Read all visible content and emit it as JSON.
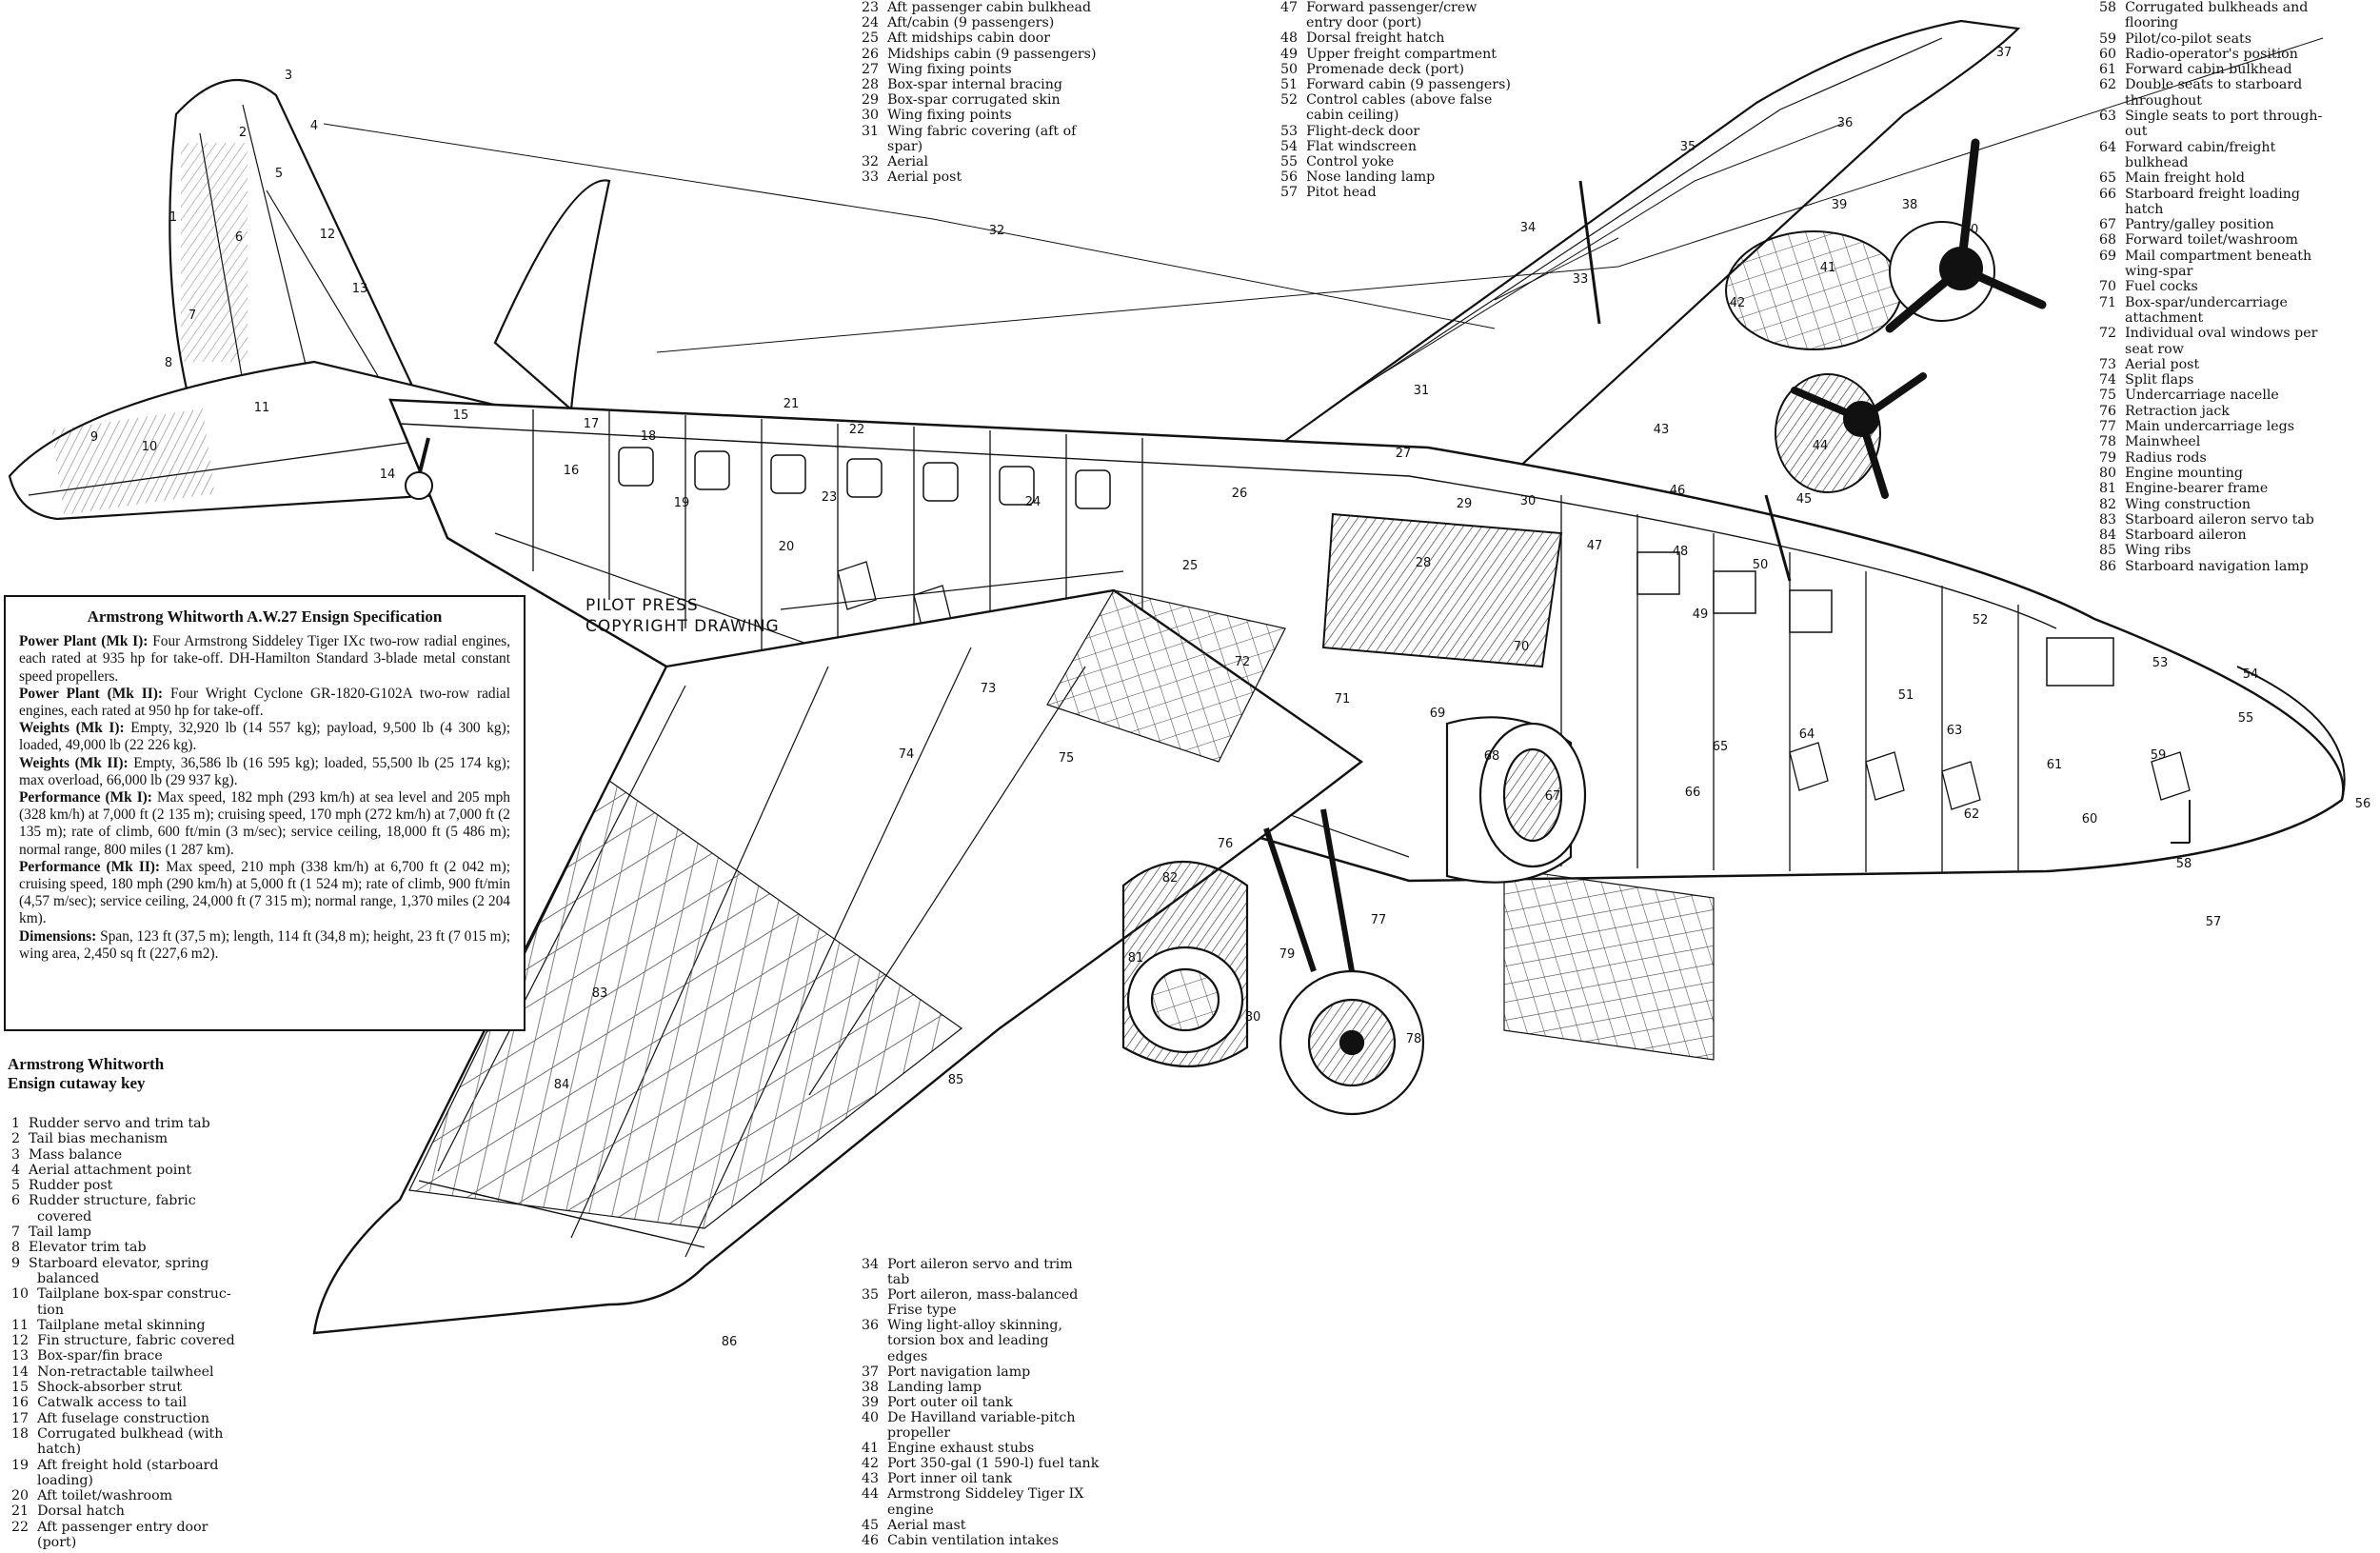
{
  "watermark": [
    "PILOT PRESS",
    "COPYRIGHT DRAWING"
  ],
  "spec_box": {
    "title": "Armstrong Whitworth A.W.27 Ensign Specification",
    "paragraphs": [
      {
        "head": "Power Plant (Mk I):",
        "body": " Four Armstrong Siddeley Tiger IXc two-row radial engines, each rated at 935 hp for take-off. DH-Hamilton Standard 3-blade metal constant speed propellers."
      },
      {
        "head": "Power Plant (Mk II):",
        "body": " Four Wright Cyclone GR-1820-G102A two-row radial engines, each rated at 950 hp for take-off."
      },
      {
        "head": "Weights (Mk I):",
        "body": " Empty, 32,920 lb (14 557 kg); payload, 9,500 lb (4 300 kg); loaded, 49,000 lb (22 226 kg)."
      },
      {
        "head": "Weights (Mk II):",
        "body": " Empty, 36,586 lb (16 595 kg); loaded, 55,500 lb (25 174 kg); max overload, 66,000 lb (29 937 kg)."
      },
      {
        "head": "Performance (Mk I):",
        "body": " Max speed, 182 mph (293 km/h) at sea level and 205 mph (328 km/h) at 7,000 ft (2 135 m); cruising speed, 170 mph (272 km/h) at 7,000 ft (2 135 m); rate of climb, 600 ft/min (3 m/sec); service ceiling, 18,000 ft (5 486 m); normal range, 800 miles (1 287 km)."
      },
      {
        "head": "Performance (Mk II):",
        "body": " Max speed, 210 mph (338 km/h) at 6,700 ft (2 042 m); cruising speed, 180 mph (290 km/h) at 5,000 ft (1 524 m); rate of climb, 900 ft/min (4,57 m/sec); service ceiling, 24,000 ft (7 315 m); normal range, 1,370 miles (2 204 km)."
      },
      {
        "head": "Dimensions:",
        "body": " Span, 123 ft (37,5 m); length, 114 ft (34,8 m); height, 23 ft (7 015 m); wing area, 2,450 sq ft (227,6 m2)."
      }
    ]
  },
  "key_title": [
    "Armstrong Whitworth",
    "Ensign cutaway key"
  ],
  "key_columns": [
    [
      "1  Rudder servo and trim tab",
      "2  Tail bias mechanism",
      "3  Mass balance",
      "4  Aerial attachment point",
      "5  Rudder post",
      "6  Rudder structure, fabric",
      "      covered",
      "7  Tail lamp",
      "8  Elevator trim tab",
      "9  Starboard elevator, spring",
      "      balanced",
      "10  Tailplane box-spar construc-",
      "      tion",
      "11  Tailplane metal skinning",
      "12  Fin structure, fabric covered",
      "13  Box-spar/fin brace",
      "14  Non-retractable tailwheel",
      "15  Shock-absorber strut",
      "16  Catwalk access to tail",
      "17  Aft fuselage construction",
      "18  Corrugated bulkhead (with",
      "      hatch)",
      "19  Aft freight hold (starboard",
      "      loading)",
      "20  Aft toilet/washroom",
      "21  Dorsal hatch",
      "22  Aft passenger entry door",
      "      (port)"
    ],
    [
      "23  Aft passenger cabin bulkhead",
      "24  Aft/cabin (9 passengers)",
      "25  Aft midships cabin door",
      "26  Midships cabin (9 passengers)",
      "27  Wing fixing points",
      "28  Box-spar internal bracing",
      "29  Box-spar corrugated skin",
      "30  Wing fixing points",
      "31  Wing fabric covering (aft of",
      "      spar)",
      "32  Aerial",
      "33  Aerial post"
    ],
    [
      "47  Forward passenger/crew",
      "      entry door (port)",
      "48  Dorsal freight hatch",
      "49  Upper freight compartment",
      "50  Promenade deck (port)",
      "51  Forward cabin (9 passengers)",
      "52  Control cables (above false",
      "      cabin ceiling)",
      "53  Flight-deck door",
      "54  Flat windscreen",
      "55  Control yoke",
      "56  Nose landing lamp",
      "57  Pitot head"
    ],
    [
      "58  Corrugated bulkheads and",
      "      flooring",
      "59  Pilot/co-pilot seats",
      "60  Radio-operator's position",
      "61  Forward cabin bulkhead",
      "62  Double seats to starboard",
      "      throughout",
      "63  Single seats to port through-",
      "      out",
      "64  Forward cabin/freight",
      "      bulkhead",
      "65  Main freight hold",
      "66  Starboard freight loading",
      "      hatch",
      "67  Pantry/galley position",
      "68  Forward toilet/washroom",
      "69  Mail compartment beneath",
      "      wing-spar",
      "70  Fuel cocks",
      "71  Box-spar/undercarriage",
      "      attachment",
      "72  Individual oval windows per",
      "      seat row",
      "73  Aerial post",
      "74  Split flaps",
      "75  Undercarriage nacelle",
      "76  Retraction jack",
      "77  Main undercarriage legs",
      "78  Mainwheel",
      "79  Radius rods",
      "80  Engine mounting",
      "81  Engine-bearer frame",
      "82  Wing construction",
      "83  Starboard aileron servo tab",
      "84  Starboard aileron",
      "85  Wing ribs",
      "86  Starboard navigation lamp"
    ],
    [
      "34  Port aileron servo and trim",
      "      tab",
      "35  Port aileron, mass-balanced",
      "      Frise type",
      "36  Wing light-alloy skinning,",
      "      torsion box and leading",
      "      edges",
      "37  Port navigation lamp",
      "38  Landing lamp",
      "39  Port outer oil tank",
      "40  De Havilland variable-pitch",
      "      propeller",
      "41  Engine exhaust stubs",
      "42  Port 350-gal (1 590-l) fuel tank",
      "43  Port inner oil tank",
      "44  Armstrong Siddeley Tiger IX",
      "      engine",
      "45  Aerial mast",
      "46  Cabin ventilation intakes"
    ]
  ],
  "callouts": [
    "1",
    "2",
    "3",
    "4",
    "5",
    "6",
    "7",
    "8",
    "9",
    "10",
    "11",
    "12",
    "13",
    "14",
    "15",
    "16",
    "17",
    "18",
    "19",
    "20",
    "21",
    "22",
    "23",
    "24",
    "25",
    "26",
    "27",
    "28",
    "29",
    "30",
    "31",
    "32",
    "33",
    "34",
    "35",
    "36",
    "37",
    "38",
    "39",
    "40",
    "41",
    "42",
    "43",
    "44",
    "45",
    "46",
    "47",
    "48",
    "49",
    "50",
    "51",
    "52",
    "53",
    "54",
    "55",
    "56",
    "57",
    "58",
    "59",
    "60",
    "61",
    "62",
    "63",
    "64",
    "65",
    "66",
    "67",
    "68",
    "69",
    "70",
    "71",
    "72",
    "73",
    "74",
    "75",
    "76",
    "77",
    "78",
    "79",
    "80",
    "81",
    "82",
    "83",
    "84",
    "85",
    "86"
  ]
}
